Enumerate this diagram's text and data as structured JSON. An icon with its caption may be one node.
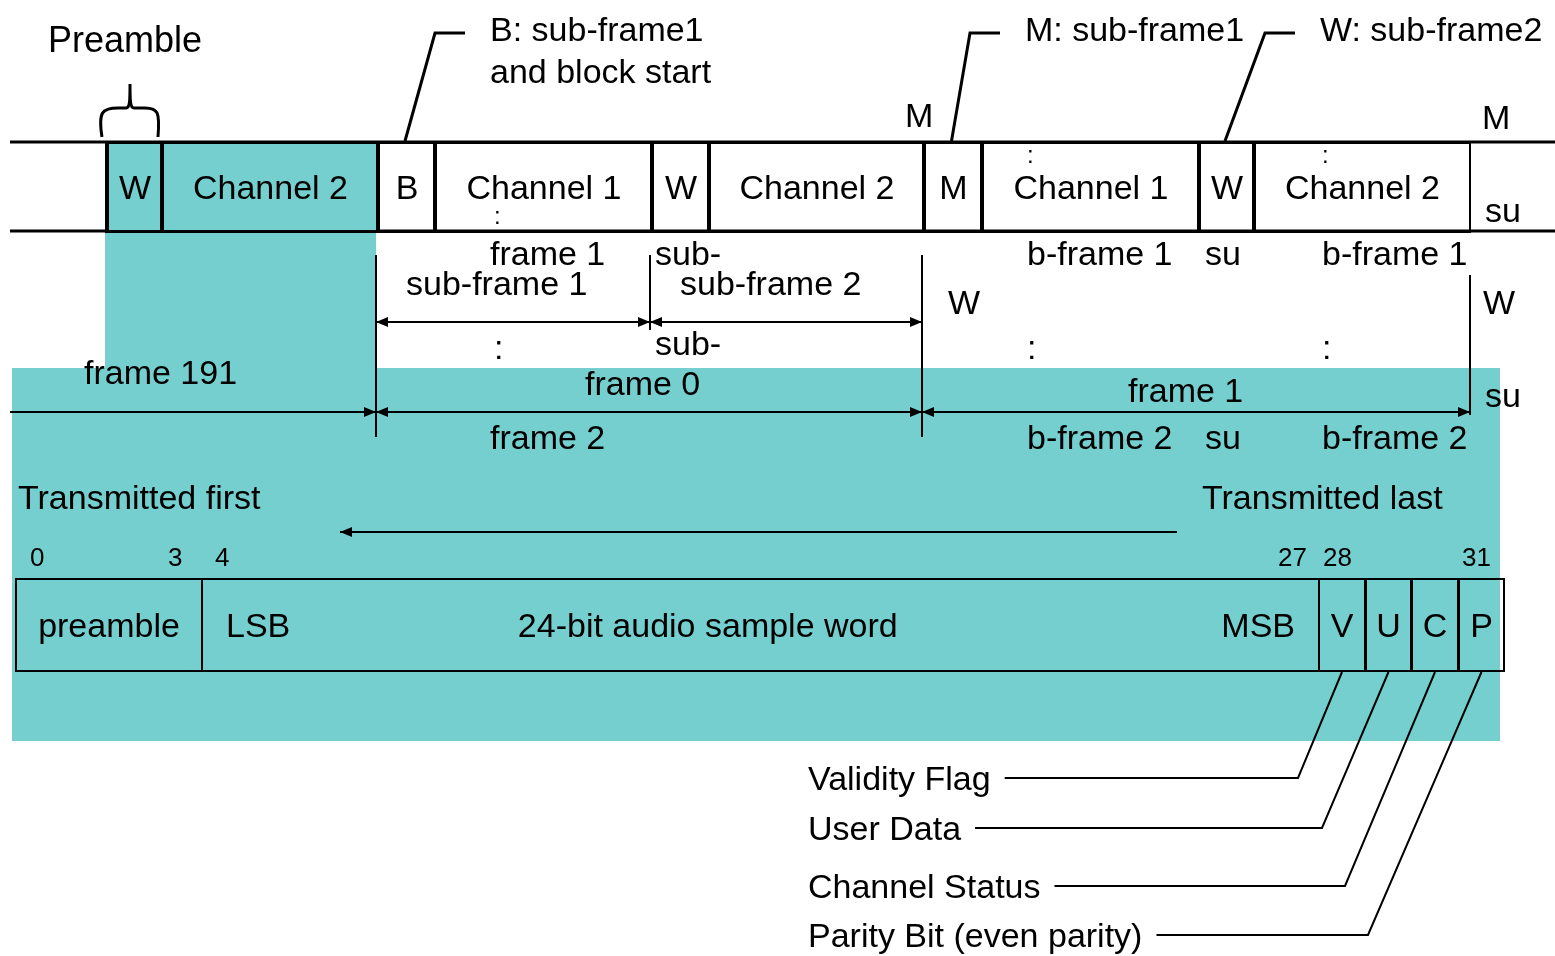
{
  "diagram": {
    "nodes": [
      {
        "text": [
          "W"
        ]
      },
      {
        "text": [
          "Channel 2"
        ]
      },
      {
        "text": [
          "B"
        ]
      },
      {
        "text": [
          "Channel 1"
        ]
      },
      {
        "text": [
          "W"
        ]
      },
      {
        "text": [
          "Channel 2"
        ]
      },
      {
        "text": [
          "M"
        ]
      },
      {
        "text": [
          "Channel 1"
        ]
      },
      {
        "text": [
          "W"
        ]
      },
      {
        "text": [
          "Channel 2"
        ]
      },
      {
        "text": [
          "B: sub-frame1 and block start"
        ]
      },
      {
        "text": [
          "M: sub-frame1"
        ]
      },
      {
        "text": [
          "W: sub-frame2"
        ]
      },
      {
        "text": [
          "preamble"
        ]
      },
      {
        "text": [
          "LSB",
          "24-bit audio sample word",
          "MSB"
        ]
      },
      {
        "text": [
          "V"
        ]
      },
      {
        "text": [
          "U"
        ]
      },
      {
        "text": [
          "C"
        ]
      },
      {
        "text": [
          "P"
        ]
      },
      {
        "text": [
          "Validity Flag"
        ]
      },
      {
        "text": [
          "User Data"
        ]
      },
      {
        "text": [
          "Channel Status"
        ]
      },
      {
        "text": [
          "Parity Bit (even parity)"
        ]
      }
    ],
    "edges": [
      {
        "from": 10,
        "to": 2,
        "arrow": "none"
      },
      {
        "from": 11,
        "to": 6,
        "arrow": "none"
      },
      {
        "from": 12,
        "to": 8,
        "arrow": "none"
      },
      {
        "from": 19,
        "to": 15,
        "arrow": "none"
      },
      {
        "from": 20,
        "to": 16,
        "arrow": "none"
      },
      {
        "from": 21,
        "to": 17,
        "arrow": "none"
      },
      {
        "from": 22,
        "to": 18,
        "arrow": "none"
      }
    ],
    "labels": [
      "Preamble",
      "M",
      "M",
      ":",
      ":",
      ":",
      "su",
      "frame 1",
      "sub-",
      "b-frame 1",
      "su",
      "b-frame 1",
      "sub-frame 1",
      "sub-frame 2",
      "W",
      "W",
      ":",
      "sub-",
      ":",
      ":",
      "frame 191",
      "frame 0",
      "frame 1",
      "su",
      "su",
      "frame 2",
      "b-frame 2",
      "b-frame 2",
      "Transmitted first",
      "Transmitted last",
      "0",
      "3",
      "4",
      "27",
      "28",
      "31"
    ]
  }
}
